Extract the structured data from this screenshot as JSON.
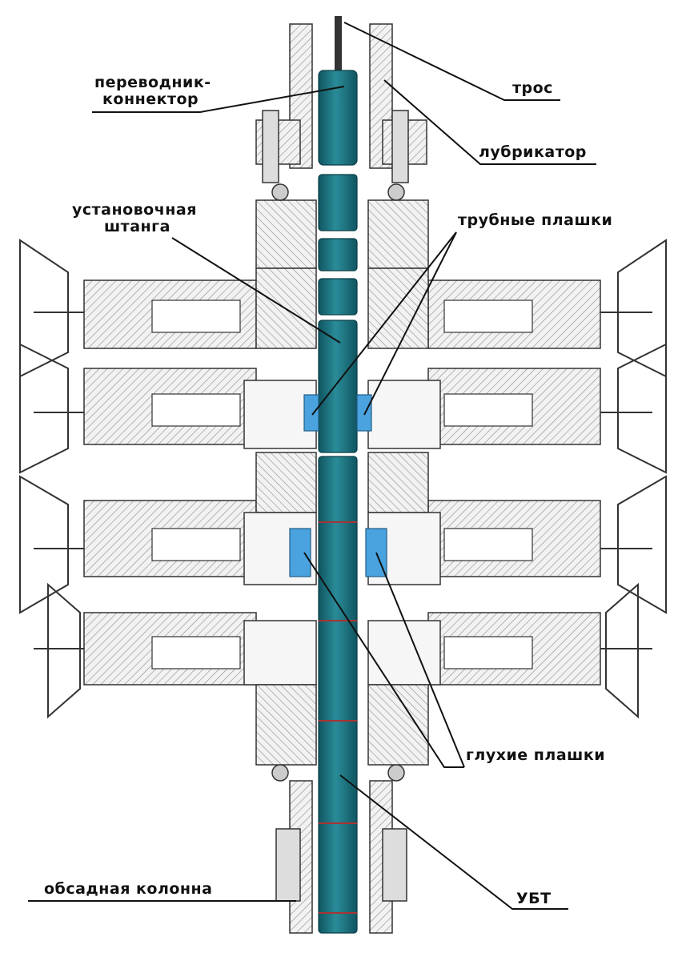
{
  "diagram": {
    "labels": {
      "perevodnik_line1": "переводник-",
      "perevodnik_line2": "коннектор",
      "tros": "трос",
      "lubrikator": "лубрикатор",
      "ustanovochnaya_line1": "установочная",
      "ustanovochnaya_line2": "штанга",
      "trubnye_plashki": "трубные плашки",
      "glukhie_plashki": "глухие плашки",
      "obsadnaya_kolonna": "обсадная колонна",
      "ubt": "УБТ"
    },
    "colors": {
      "pipe": "#1a6e7a",
      "pipe_highlight": "#2a8c99",
      "ram": "#4aa3df",
      "hatch": "#9a9a9a",
      "body": "#eeeeee",
      "outline": "#333333",
      "leader": "#111111"
    }
  }
}
